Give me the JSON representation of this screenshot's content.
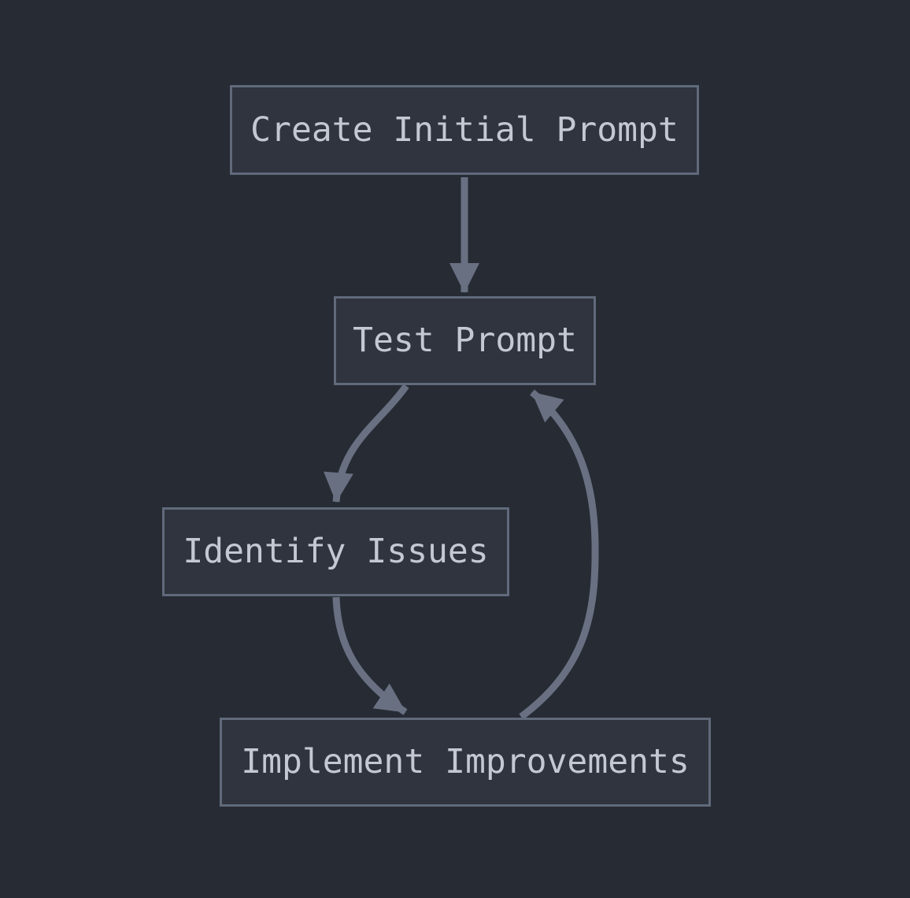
{
  "diagram": {
    "type": "flowchart",
    "direction": "top-down",
    "colors": {
      "background": "#272b34",
      "node_fill": "#2f343e",
      "node_border": "#606a7b",
      "arrow": "#687082",
      "text": "#c3c8d2"
    },
    "nodes": [
      {
        "id": "create",
        "label": "Create Initial Prompt"
      },
      {
        "id": "test",
        "label": "Test Prompt"
      },
      {
        "id": "identify",
        "label": "Identify Issues"
      },
      {
        "id": "implement",
        "label": "Implement Improvements"
      }
    ],
    "edges": [
      {
        "from": "create",
        "to": "test",
        "style": "straight-down"
      },
      {
        "from": "test",
        "to": "identify",
        "style": "curved-left-down"
      },
      {
        "from": "identify",
        "to": "implement",
        "style": "curved-right-down"
      },
      {
        "from": "implement",
        "to": "test",
        "style": "curved-right-up-loop"
      }
    ]
  }
}
